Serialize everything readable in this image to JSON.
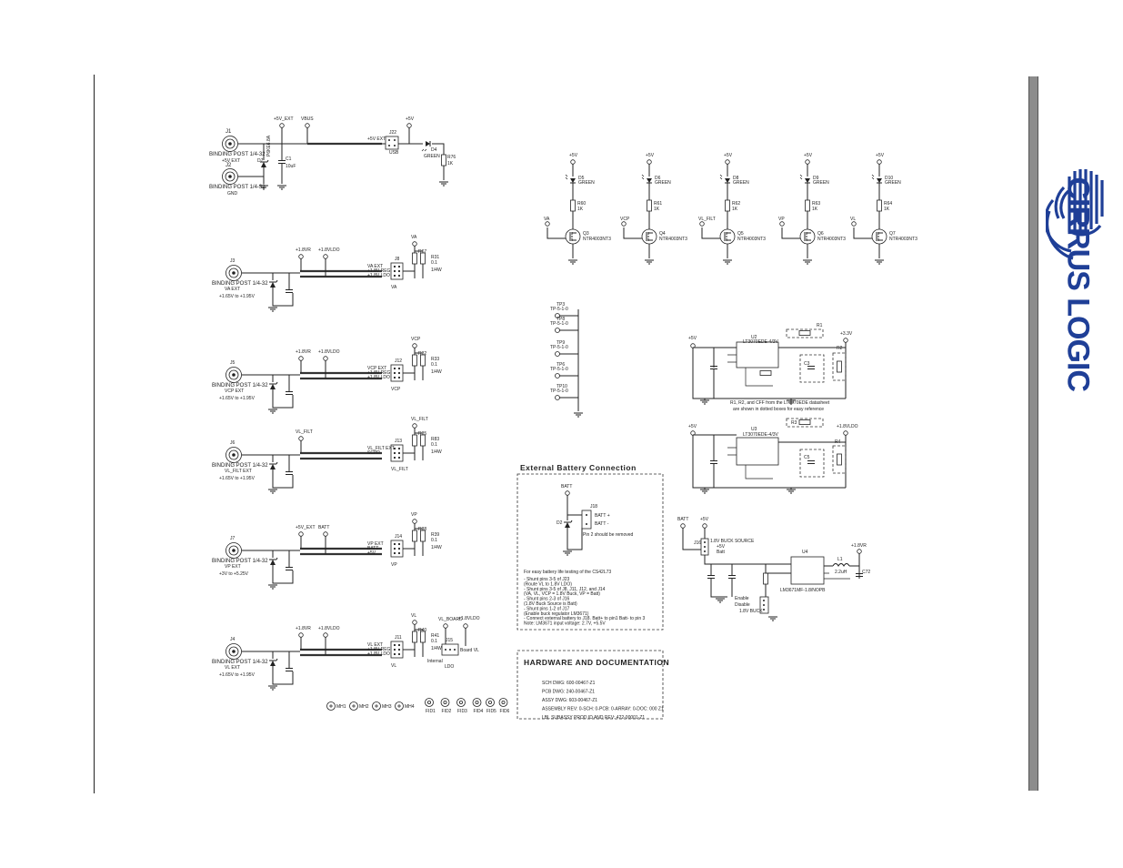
{
  "brand": {
    "name": "CIRRUS LOGIC",
    "mark": "®",
    "color": "#1f3f97"
  },
  "power_inputs": {
    "j1": {
      "ref": "J1",
      "label": "BINDING POST 1/4-32",
      "sub": "+5V EXT"
    },
    "j2": {
      "ref": "J2",
      "label": "BINDING POST 1/4-32",
      "sub": "GND"
    },
    "diode": "D7",
    "diode_part": "P6KE6.8A",
    "cap": "C1",
    "cap_val": "10uF",
    "net_5v_ext": "+5V_EXT",
    "net_vbus": "VBUS",
    "net_5v": "+5V",
    "jumper": "J22",
    "jumper_pins": "+5V EXT",
    "usb": "USB",
    "led": "D4",
    "led_color": "GREEN",
    "res": "R76",
    "res_val": "1K"
  },
  "supply_channels": [
    {
      "ref": "J3",
      "label": "BINDING POST 1/4-32",
      "sub": "VA EXT",
      "range": "+1.65V to +1.95V",
      "net_a": "+1.8VR",
      "net_b": "+1.8VLDO",
      "hdr": "J8",
      "pin1": "VA EXT",
      "pin2": "+1.8V REG",
      "pin3": "+1.8V LDO",
      "out": "VA",
      "res_a": "R67",
      "res_b": "R31",
      "res_val": "0.1",
      "watt": "1/4W"
    },
    {
      "ref": "J5",
      "label": "BINDING POST 1/4-32",
      "sub": "VCP EXT",
      "range": "+1.65V to +1.95V",
      "net_a": "+1.8VR",
      "net_b": "+1.8VLDO",
      "hdr": "J12",
      "pin1": "VCP EXT",
      "pin2": "+1.8V REG",
      "pin3": "+1.8V LDO",
      "out": "VCP",
      "res_a": "R32",
      "res_b": "R33",
      "res_val": "0.1",
      "watt": "1/4W"
    },
    {
      "ref": "J6",
      "label": "BINDING POST 1/4-32",
      "sub": "VL_FILT EXT",
      "range": "+1.65V to +1.95V",
      "net_a": "VL_FILT",
      "net_b": "",
      "hdr": "J13",
      "pin1": "VL_FILT EXT",
      "pin2": "SCPR",
      "pin3": "",
      "out": "VL_FILT",
      "res_a": "R35",
      "res_b": "R83",
      "res_val": "0.1",
      "watt": "1/4W"
    },
    {
      "ref": "J7",
      "label": "BINDING POST 1/4-32",
      "sub": "VP EXT",
      "range": "+3V to +5.25V",
      "net_a": "+5V_EXT",
      "net_b": "BATT",
      "hdr": "J14",
      "pin1": "VP EXT",
      "pin2": "BATT",
      "pin3": "+5V",
      "out": "VP",
      "res_a": "R38",
      "res_b": "R39",
      "res_val": "0.1",
      "watt": "1/4W"
    },
    {
      "ref": "J4",
      "label": "BINDING POST 1/4-32",
      "sub": "VL EXT",
      "range": "+1.65V to +1.95V",
      "net_a": "+1.8VR",
      "net_b": "+1.8VLDO",
      "hdr": "J11",
      "pin1": "VL EXT",
      "pin2": "+1.8V REG",
      "pin3": "+1.8V LDO",
      "out": "VL",
      "res_a": "R40",
      "res_b": "R41",
      "res_val": "0.1",
      "watt": "1/4W"
    }
  ],
  "vl_board": {
    "net": "VL_BOARD",
    "net2": "+1.8VLDO",
    "hdr": "J15",
    "l1": "Board VL",
    "l2": "Internal",
    "l3": "LDO"
  },
  "led_channels": [
    {
      "supply": "+5V",
      "net": "VA",
      "led": "D5",
      "color": "GREEN",
      "res": "R60",
      "res_val": "1K",
      "fet": "Q3",
      "part": "NTR4003NT3"
    },
    {
      "supply": "+5V",
      "net": "VCP",
      "led": "D6",
      "color": "GREEN",
      "res": "R61",
      "res_val": "1K",
      "fet": "Q4",
      "part": "NTR4003NT3"
    },
    {
      "supply": "+5V",
      "net": "VL_FILT",
      "led": "D8",
      "color": "GREEN",
      "res": "R62",
      "res_val": "1K",
      "fet": "Q5",
      "part": "NTR4003NT3"
    },
    {
      "supply": "+5V",
      "net": "VP",
      "led": "D9",
      "color": "GREEN",
      "res": "R63",
      "res_val": "1K",
      "fet": "Q6",
      "part": "NTR4003NT3"
    },
    {
      "supply": "+5V",
      "net": "VL",
      "led": "D10",
      "color": "GREEN",
      "res": "R64",
      "res_val": "1K",
      "fet": "Q7",
      "part": "NTR4003NT3"
    }
  ],
  "test_points": [
    "TP3",
    "TP8",
    "TP9",
    "TP6",
    "TP10"
  ],
  "test_point_part": "TP-5-1-0",
  "regulators": {
    "top": {
      "ref": "U2",
      "part": "LT3070EDE-4/3V",
      "in": "+5V",
      "out": "+3.3V",
      "r1": "R2",
      "r2": "R1",
      "cff": "C3",
      "note": "R1, R2, and CFF from the LT3070EDE datasheet",
      "note2": "are shown in dotted boxes for easy reference"
    },
    "bottom": {
      "ref": "U3",
      "part": "LT3070EDE-4/3V",
      "in": "+5V",
      "out": "+1.8VLDO",
      "r1": "R3",
      "r2": "R4",
      "cff": "C5"
    }
  },
  "buck": {
    "batt": "BATT",
    "supply": "+5V",
    "jumper": "J16",
    "title": "1.8V BUCK SOURCE",
    "opt1": "+5V",
    "opt2": "Batt",
    "ic": "U4",
    "ic_part": "LM3671MF-1.8/NOPB",
    "inductor": "L1",
    "ind_val": "2.2uH",
    "out": "+1.8VR",
    "cap_out": "C72",
    "en1": "Enable",
    "en2": "Disable",
    "en3": "1.8V BUCK"
  },
  "battery": {
    "title": "External Battery Connection",
    "net": "BATT",
    "hdr": "J18",
    "pin_a": "BATT +",
    "pin_b": "BATT -",
    "diode": "D2",
    "note": "Pin 2 should be removed",
    "instr_title": "For easy battery life testing of the CS42L73",
    "instr": [
      "- Shunt pins 3-5 of J23",
      "  (Route VL to 1.8V LDO)",
      "- Shunt pins 3-5 of J8, J11, J12, and J14",
      "  (VA, VL, VCP = 1.8V Buck, VP = Batt)",
      "- Shunt pins 2-3 of J16",
      "  (1.8V Buck Source is Batt)",
      "- Shunt pins 1-2 of J17",
      "  (Enable buck regulator LM3671)",
      "- Connect external battery to J18. Batt+ to pin1 Batt- to pin 3",
      "Note: LM3671 input voltage: 2.7V, +5.5V"
    ]
  },
  "documentation": {
    "title": "HARDWARE AND DOCUMENTATION",
    "lines": [
      "SCH DWG: 600-00467-Z1",
      "PCB DWG: 240-00467-Z1",
      "ASSY DWG: 603-00467-Z1",
      "ASSEMBLY REV: 0-SCH: 0-PCB: 0-ARRAY: 0-DOC: 000 Z1",
      "LBL SUBASSY PROD ID AND REV: 422-00001-Z1"
    ]
  },
  "mounting_holes": [
    "MH1",
    "MH2",
    "MH3",
    "MH4"
  ],
  "fiducials": [
    "FID1",
    "FID2",
    "FID3",
    "FID4",
    "FID5",
    "FID6"
  ]
}
